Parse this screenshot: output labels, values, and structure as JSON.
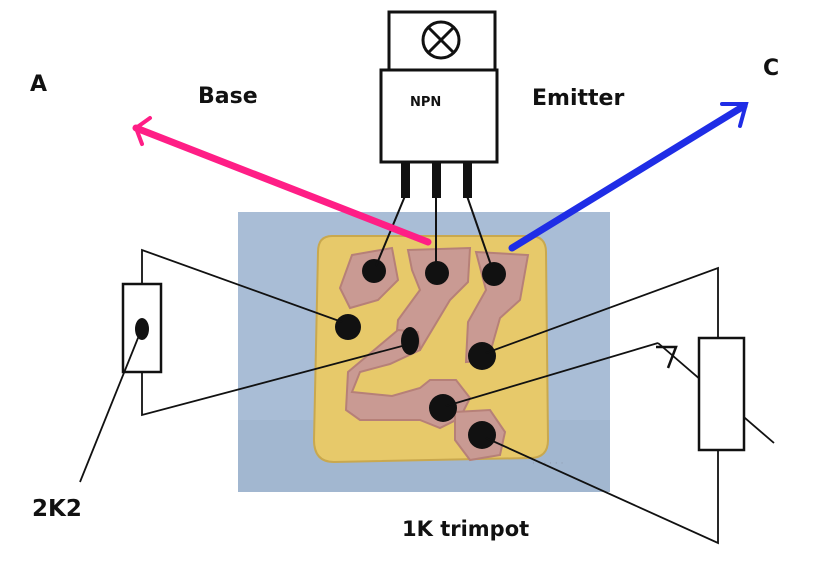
{
  "labels": {
    "terminal_a": "A",
    "terminal_c": "C",
    "base": "Base",
    "emitter": "Emitter",
    "npn": "NPN",
    "resistor": "2K2",
    "trimpot": "1K trimpot"
  },
  "colors": {
    "background": "#ffffff",
    "photo_backdrop": "#a9bdd6",
    "pcb_board": "#e7c96a",
    "copper_trace": "#c99a93",
    "solder_pad": "#111111",
    "base_arrow": "#ff1e86",
    "emitter_arrow": "#1f2de6",
    "wire": "#111111"
  }
}
